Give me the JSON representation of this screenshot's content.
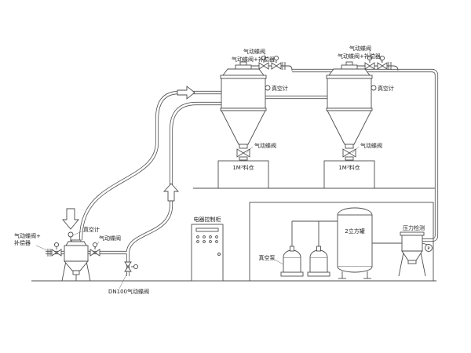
{
  "labels": {
    "pneumatic_valve": "气动蝶阀",
    "pneumatic_valve_compensator": "气动蝶阀+补偿器",
    "compensator_l1": "气动蝶阀+",
    "compensator_l2": "补偿器",
    "vacuum_gauge": "真空计",
    "bin": "1M³料仓",
    "control_cabinet": "电器控制柜",
    "dn100_valve": "DN100气动蝶阀",
    "vacuum_pump": "真空泵",
    "tank": "2立方罐",
    "pressure_detect": "压力检测",
    "gauge_p": "P"
  },
  "colors": {
    "line": "#4d4d4d",
    "background": "#ffffff"
  }
}
